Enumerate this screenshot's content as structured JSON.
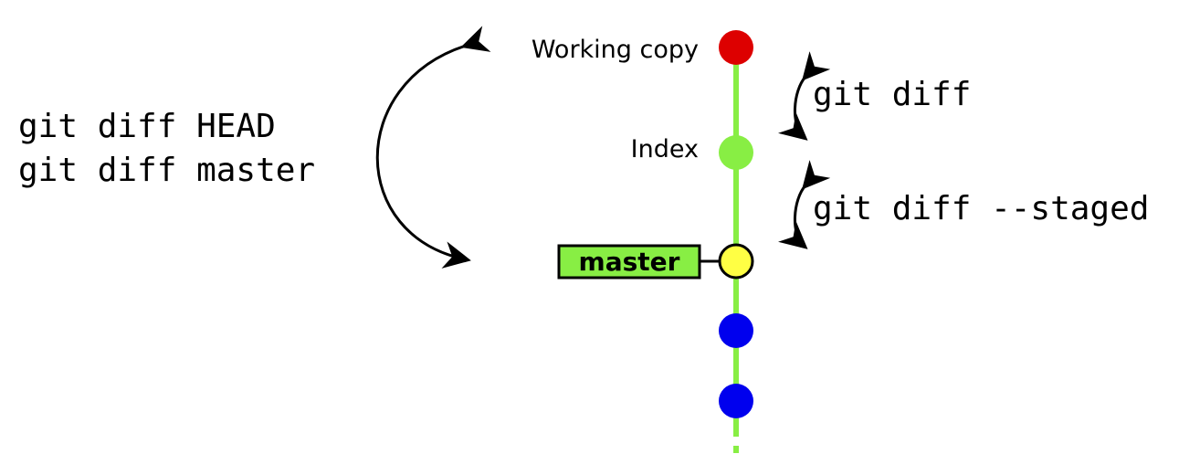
{
  "nodes": {
    "working_copy": {
      "label": "Working copy",
      "color": "#dd0000"
    },
    "index": {
      "label": "Index",
      "color": "#88ee44"
    },
    "master": {
      "label": "master",
      "color": "#ffff44",
      "tag_color": "#88ee44"
    },
    "commit_1": {
      "color": "#0000ee"
    },
    "commit_2": {
      "color": "#0000ee"
    }
  },
  "commands": {
    "git_diff": "git diff",
    "git_diff_staged": "git diff --staged",
    "git_diff_head": "git diff HEAD",
    "git_diff_master": "git diff master"
  },
  "colors": {
    "history_line": "#88ee44",
    "arrows": "#000000"
  }
}
